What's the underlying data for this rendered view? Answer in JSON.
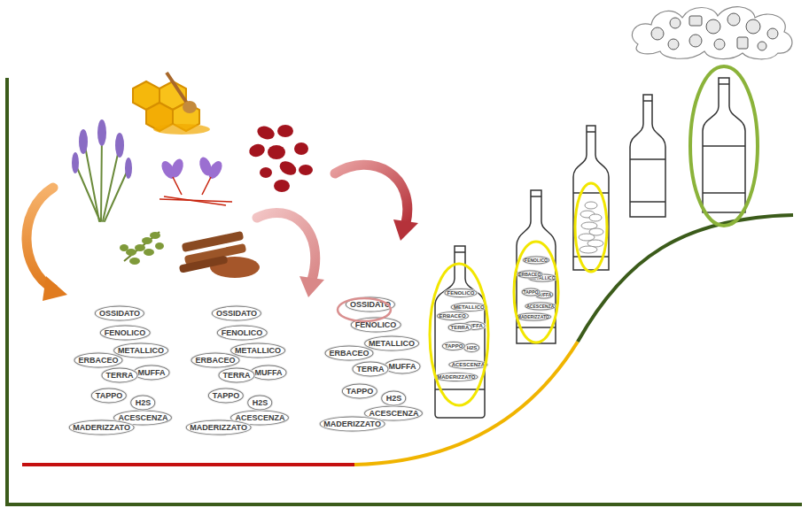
{
  "diagram": {
    "nodes": [
      {
        "text": [
          "OSSIDATO",
          "FENOLICO",
          "ERBACEO",
          "METALLICO",
          "TERRA",
          "MUFFA",
          "TAPPO",
          "H2S",
          "MADERIZZATO",
          "ACESCENZA"
        ]
      },
      {
        "text": [
          "OSSIDATO",
          "FENOLICO",
          "ERBACEO",
          "METALLICO",
          "TERRA",
          "MUFFA",
          "TAPPO",
          "H2S",
          "MADERIZZATO",
          "ACESCENZA"
        ]
      },
      {
        "text": [
          "OSSIDATO",
          "FENOLICO",
          "ERBACEO",
          "METALLICO",
          "TERRA",
          "MUFFA",
          "TAPPO",
          "H2S",
          "MADERIZZATO",
          "ACESCENZA"
        ]
      },
      {
        "text": [
          "FENOLICO",
          "ERBACEO",
          "METALLICO",
          "TERRA",
          "MUFFA",
          "TAPPO",
          "H2S",
          "MADERIZZATO",
          "ACESCENZA"
        ]
      },
      {
        "text": [
          "FENOLICO",
          "ERBACEO",
          "METALLICO",
          "TAPPO",
          "MUFFA",
          "MADERIZZATO",
          "ACESCENZA"
        ]
      }
    ]
  }
}
